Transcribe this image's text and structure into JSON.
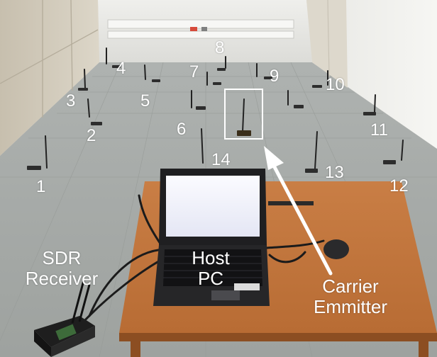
{
  "photo": {
    "node_labels": [
      "1",
      "2",
      "3",
      "4",
      "5",
      "6",
      "7",
      "8",
      "9",
      "10",
      "11",
      "12",
      "13",
      "14"
    ],
    "sdr_receiver": [
      "SDR",
      "Receiver"
    ],
    "host_pc": [
      "Host",
      "PC"
    ],
    "carrier_emitter": [
      "Carrier",
      "Emmitter"
    ]
  }
}
